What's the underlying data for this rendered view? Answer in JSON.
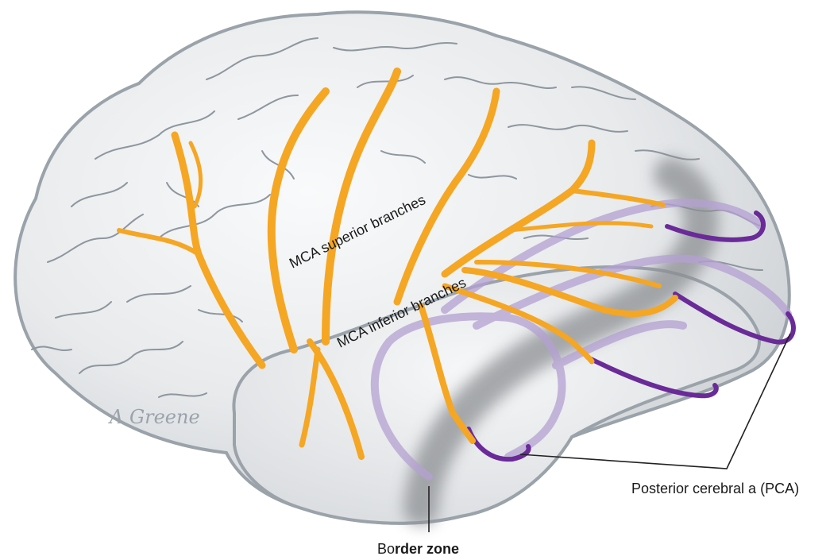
{
  "labels": {
    "mca_superior": "MCA superior branches",
    "mca_inferior": "MCA inferior branches",
    "pca": "Posterior cerebral a (PCA)",
    "border_zone_prefix": "Bo",
    "border_zone_rest": "rder zone"
  },
  "signature": "A Greene",
  "colors": {
    "background": "#ffffff",
    "brain_fill": "#e4e6e9",
    "brain_outline": "#9aa2aa",
    "sulci": "#8e969e",
    "mca_vessel": "#f5a623",
    "pca_vessel": "#6a2a98",
    "pca_translucent": "#b4a0d2",
    "border_zone": "#8c8f93",
    "leader_line": "#222222"
  }
}
